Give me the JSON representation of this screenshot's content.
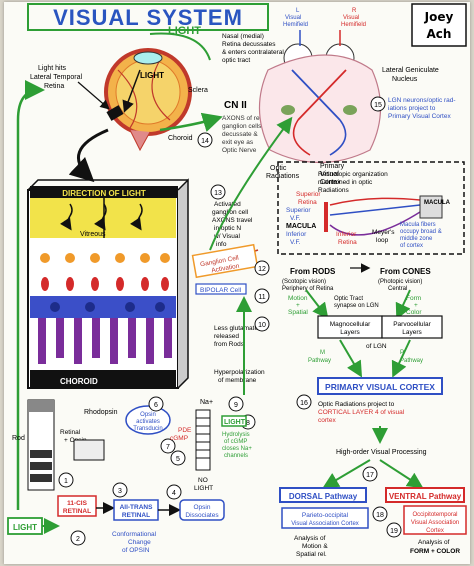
{
  "title": "VISUAL SYSTEM",
  "author": [
    "Joey",
    "Ach"
  ],
  "eye": {
    "light_label": "LIGHT",
    "light_hits": [
      "Light hits",
      "Lateral Temporal",
      "Retina"
    ],
    "sclera": "Sclera",
    "choroid": "Choroid",
    "cn2": "CN II",
    "cn2_desc": [
      "AXONS of retinal",
      "ganglion cells",
      "decussate &",
      "exit eye as",
      "Optic Nerve"
    ],
    "step14": "14"
  },
  "brain": {
    "top_left": [
      "L",
      "Visual",
      "Hemifield"
    ],
    "top_right": [
      "R",
      "Visual",
      "Hemifield"
    ],
    "nasal_desc": [
      "Nasal (medial)",
      "Retina decussates",
      "& enters contralateral",
      "optic tract"
    ],
    "lgn": [
      "Lateral Geniculate",
      "Nucleus"
    ],
    "step15": "15",
    "lgn_desc": [
      "LGN neurons/optic rad-",
      "iations project to",
      "Primary Visual Cortex"
    ],
    "optic_rad": [
      "Optic",
      "Radiations"
    ],
    "v1": [
      "Primary",
      "Visual",
      "Cortex"
    ]
  },
  "retinotopic": {
    "title": [
      "Retinotopic organization",
      "maintained in optic",
      "Radiations"
    ],
    "sup_retina": [
      "Superior",
      "Retina"
    ],
    "inf_retina": [
      "Inferior",
      "Retina"
    ],
    "sup_vf": [
      "Superior",
      "V.F."
    ],
    "macula": "MACULA",
    "inf_vf": [
      "Inferior",
      "V.F."
    ],
    "meyers": [
      "Meyer's",
      "loop"
    ],
    "macula2": "MACULA",
    "macula_desc": [
      "Macula fibers",
      "occupy broad &",
      "middle zone",
      "of cortex"
    ]
  },
  "retina": {
    "direction": "DIRECTION OF LIGHT",
    "vitreous": "Vitreous",
    "choroid": "CHOROID",
    "step13": "13",
    "gc_desc": [
      "Activated",
      "ganglion cell",
      "AXONS travel",
      "in optic N",
      "w/ Visual",
      "info"
    ],
    "gc_act": [
      "Ganglion Cell",
      "Activation"
    ],
    "step12": "12",
    "bipolar": "BIPOLAR Cell",
    "step11": "11",
    "step11_desc": [
      "Less glutamate",
      "released",
      "from Rods"
    ],
    "step10": "10",
    "hyperpol": [
      "Hyperpolarization",
      "of membrane"
    ]
  },
  "phototrans": {
    "rod": "Rod",
    "rhodopsin": "Rhodopsin",
    "retinal": [
      "Retinal",
      "+ Opsin"
    ],
    "step1": "1",
    "light": "LIGHT",
    "step2": "2",
    "cis": [
      "11-CIS",
      "RETINAL"
    ],
    "step3": "3",
    "trans": [
      "All-TRANS",
      "RETINAL"
    ],
    "step4": "4",
    "opsin": [
      "Opsin",
      "Dissociates"
    ],
    "conf": [
      "Conformational",
      "Change",
      "of OPSIN"
    ],
    "step5": "5",
    "transducin": [
      "Opsin",
      "activates",
      "Transducin"
    ],
    "step6": "6",
    "step7": "7",
    "pde": "PDE",
    "cgmp": "cGMP",
    "step8": "8",
    "light2": "LIGHT",
    "light2_desc": [
      "Hydrolysis",
      "of cGMP",
      "closes Na+",
      "channels"
    ],
    "na": "Na+",
    "nolight": [
      "NO",
      "LIGHT"
    ],
    "step9": "9"
  },
  "pathway": {
    "rods": "From RODS",
    "rods_desc": [
      "(Scotopic vision)",
      "Periphery of Retina"
    ],
    "cones": "From CONES",
    "cones_desc": [
      "(Photopic vision)",
      "Central"
    ],
    "motion": [
      "Motion",
      "+",
      "Spatial"
    ],
    "optic_tract": [
      "Optic Tract",
      "synapse on LGN"
    ],
    "form": [
      "Form",
      "+",
      "Color"
    ],
    "magno": [
      "Magnocellular",
      "Layers"
    ],
    "parvo": [
      "Parvocellular",
      "Layers"
    ],
    "lgn": "of LGN",
    "m_path": [
      "M",
      "Pathway"
    ],
    "p_path": [
      "P",
      "Pathway"
    ],
    "step16": "16",
    "pvc": "PRIMARY VISUAL CORTEX",
    "pvc_desc": [
      "Optic Radiations project to",
      "CORTICAL LAYER 4 of visual",
      "cortex"
    ],
    "step17": "17",
    "high": "High-order Visual Processing",
    "dorsal": "DORSAL Pathway",
    "ventral": "VENTRAL Pathway",
    "step18": "18",
    "step19": "19",
    "parieto": [
      "Parieto-occipital",
      "Visual Association Cortex"
    ],
    "occipito": [
      "Occipitotemporal",
      "Visual Association",
      "Cortex"
    ],
    "dorsal_fn": [
      "Analysis of",
      "Motion &",
      "Spatial rel."
    ],
    "ventral_fn": [
      "Analysis of",
      "FORM + COLOR"
    ]
  },
  "colors": {
    "green": "#2e9e35",
    "blue": "#2f4fc4",
    "red": "#d42a2a",
    "purple": "#7a2d9a",
    "yellow": "#f2e34a",
    "orange": "#f09a2a"
  }
}
